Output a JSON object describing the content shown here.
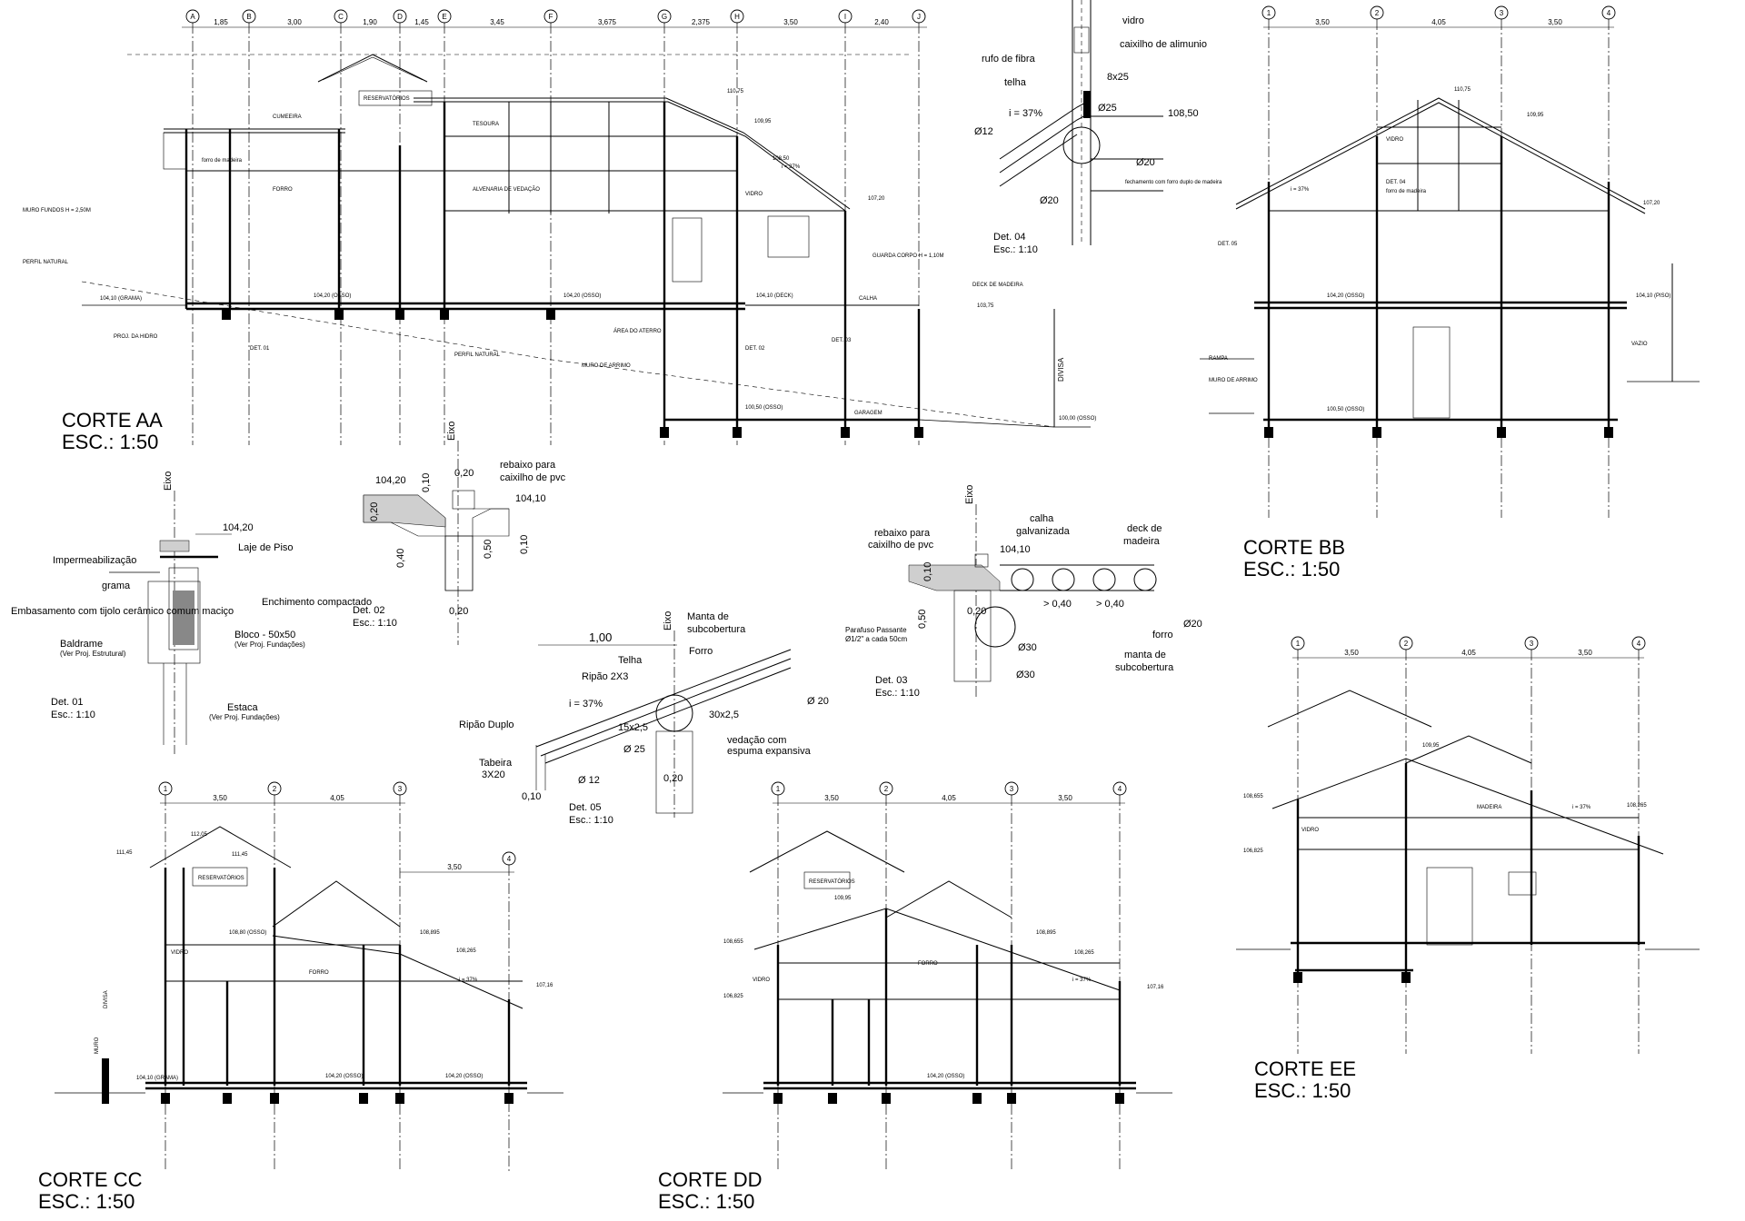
{
  "corte_aa": {
    "title": "CORTE AA",
    "scale": "ESC.: 1:50",
    "axes": [
      "A",
      "B",
      "C",
      "D",
      "E",
      "F",
      "G",
      "H",
      "I",
      "J"
    ],
    "axis_dims": [
      "1,85",
      "3,00",
      "1,90",
      "1,45",
      "3,45",
      "3,675",
      "2,375",
      "3,50",
      "2,40"
    ],
    "labels": [
      "CUMEEIRA",
      "RESERVATÓRIOS",
      "TESOURA",
      "FORRO",
      "VIDRO",
      "ALVENARIA DE VEDAÇÃO",
      "MURO FUNDOS H = 2,50M",
      "PERFIL NATURAL",
      "PROJ. DA HIDRO",
      "DET. 01",
      "PERFIL NATURAL",
      "ÁREA DO ATERRO",
      "MURO DE ARRIMO",
      "DET. 02",
      "DET. 03",
      "GUARDA CORPO H = 1,10M",
      "DECK DE MADEIRA",
      "CALHA",
      "GARAGEM",
      "DIVISA",
      "forro de madeira",
      "i = 37%"
    ],
    "levels": [
      "104,20 (OSSO)",
      "104,10 (GRAMA)",
      "104,20 (OSSO)",
      "104,10 (DECK)",
      "103,75",
      "100,50 (OSSO)",
      "100,00 (OSSO)",
      "107,20",
      "108,50",
      "109,95",
      "110,75"
    ]
  },
  "det_04": {
    "title": "Det. 04",
    "scale": "Esc.: 1:10",
    "labels": [
      "vidro",
      "caixilho de alimunio",
      "rufo de fibra",
      "telha",
      "8x25",
      "i = 37%",
      "Ø25",
      "108,50",
      "Ø12",
      "Ø20",
      "fechamento com forro duplo de madeira",
      "Ø20"
    ]
  },
  "corte_bb": {
    "title": "CORTE BB",
    "scale": "ESC.: 1:50",
    "axes": [
      "1",
      "2",
      "3",
      "4"
    ],
    "axis_dims": [
      "3,50",
      "4,05",
      "3,50"
    ],
    "labels": [
      "DET. 04",
      "DET. 05",
      "forro de madeira",
      "VIDRO",
      "RAMPA",
      "MURO DE ARRIMO",
      "VAZIO",
      "i = 37%"
    ],
    "levels": [
      "104,20 (OSSO)",
      "100,50 (OSSO)",
      "104,10 (PISO)",
      "107,20",
      "109,95",
      "110,75"
    ]
  },
  "det_01": {
    "title": "Det. 01",
    "scale": "Esc.: 1:10",
    "eixo": "Eixo",
    "level": "104,20",
    "labels": [
      "Impermeabilização",
      "Laje de Piso",
      "grama",
      "Enchimento compactado",
      "Embasamento com tijolo cerâmico comum maciço",
      "Bloco - 50x50",
      "(Ver Proj. Fundações)",
      "Baldrame",
      "(Ver Proj. Estrutural)",
      "Estaca",
      "(Ver Proj. Fundações)"
    ]
  },
  "det_02": {
    "title": "Det. 02",
    "scale": "Esc.: 1:10",
    "eixo": "Eixo",
    "levels": [
      "104,20",
      "104,10"
    ],
    "dims": [
      "0,10",
      "0,20",
      "0,20",
      "0,40",
      "0,50",
      "0,10",
      "0,20"
    ],
    "labels": [
      "rebaixo para",
      "caixilho de pvc"
    ]
  },
  "det_05": {
    "title": "Det. 05",
    "scale": "Esc.: 1:10",
    "eixo": "Eixo",
    "labels": [
      "1,00",
      "Manta de",
      "subcobertura",
      "Telha",
      "Forro",
      "Ripão 2X3",
      "i = 37%",
      "Ø 20",
      "30x2,5",
      "15x2,5",
      "Ripão Duplo",
      "Ø 25",
      "vedação com",
      "espuma expansiva",
      "Tabeira",
      "3X20",
      "Ø 12",
      "0,20",
      "0,10"
    ]
  },
  "det_03": {
    "title": "Det. 03",
    "scale": "Esc.: 1:10",
    "eixo": "Eixo",
    "labels": [
      "calha",
      "galvanizada",
      "deck de",
      "madeira",
      "rebaixo para",
      "caixilho de pvc",
      "104,10",
      "0,10",
      "0,50",
      "0,20",
      "> 0,40",
      "> 0,40",
      "forro",
      "Ø20",
      "Parafuso Passante",
      "Ø1/2\" a cada 50cm",
      "Ø30",
      "Ø30",
      "manta de",
      "subcobertura"
    ]
  },
  "corte_cc": {
    "title": "CORTE CC",
    "scale": "ESC.: 1:50",
    "axes": [
      "1",
      "2",
      "3",
      "4"
    ],
    "axis_dims": [
      "3,50",
      "4,05",
      "3,50"
    ],
    "labels": [
      "RESERVATÓRIOS",
      "VIDRO",
      "FORRO",
      "MURO",
      "DIVISA",
      "i = 37%"
    ],
    "levels": [
      "111,45",
      "112,05",
      "111,45",
      "108,80 (OSSO)",
      "108,895",
      "108,265",
      "107,16",
      "104,20 (OSSO)",
      "104,10 (GRAMA)",
      "104,20 (OSSO)"
    ]
  },
  "corte_dd": {
    "title": "CORTE DD",
    "scale": "ESC.: 1:50",
    "axes": [
      "1",
      "2",
      "3",
      "4"
    ],
    "axis_dims": [
      "3,50",
      "4,05",
      "3,50"
    ],
    "labels": [
      "RESERVATÓRIOS",
      "VIDRO",
      "FORRO",
      "i = 37%"
    ],
    "levels": [
      "109,95",
      "108,655",
      "108,895",
      "108,265",
      "106,825",
      "107,16",
      "104,20 (OSSO)"
    ]
  },
  "corte_ee": {
    "title": "CORTE EE",
    "scale": "ESC.: 1:50",
    "axes": [
      "1",
      "2",
      "3",
      "4"
    ],
    "axis_dims": [
      "3,50",
      "4,05",
      "3,50"
    ],
    "labels": [
      "MADEIRA",
      "VIDRO",
      "i = 37%"
    ],
    "levels": [
      "109,95",
      "108,655",
      "108,265",
      "106,825"
    ]
  }
}
